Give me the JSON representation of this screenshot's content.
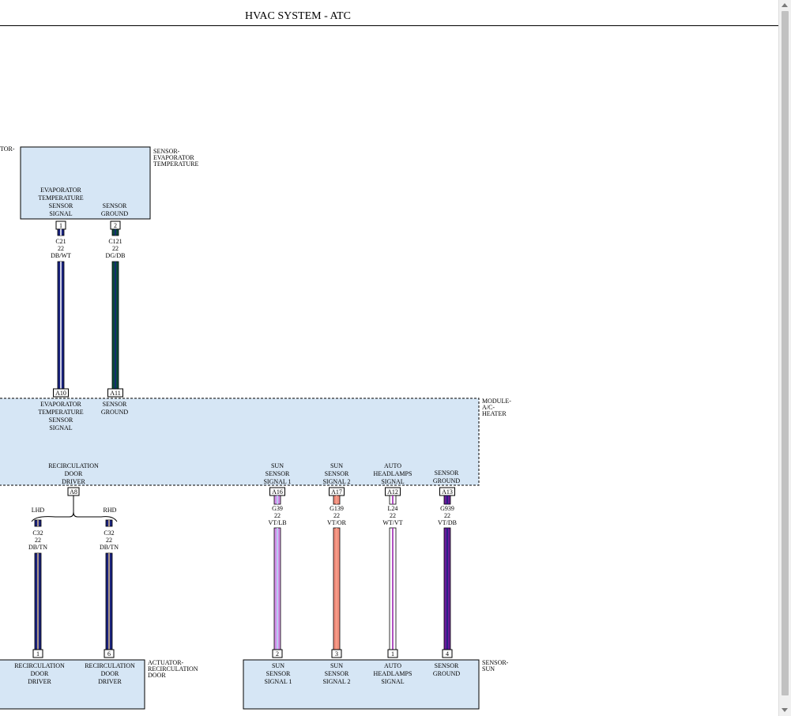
{
  "title": "HVAC SYSTEM - ATC",
  "colors": {
    "box_fill": "#d6e6f5",
    "line": "#000000"
  },
  "components": {
    "evap_sensor": {
      "name": [
        "SENSOR-",
        "EVAPORATOR",
        "TEMPERATURE"
      ]
    },
    "module": {
      "name": [
        "MODULE-",
        "A/C-",
        "HEATER"
      ]
    },
    "actuator": {
      "name": [
        "ACTUATOR-",
        "RECIRCULATION",
        "DOOR"
      ]
    },
    "sun_sensor": {
      "name": [
        "SENSOR-",
        "SUN"
      ]
    },
    "cut_label": "TOR-"
  },
  "pin_labels": {
    "evap_sig": [
      "EVAPORATOR",
      "TEMPERATURE",
      "SENSOR",
      "SIGNAL"
    ],
    "evap_gnd": [
      "SENSOR",
      "GROUND"
    ],
    "mod_evap_sig": [
      "EVAPORATOR",
      "TEMPERATURE",
      "SENSOR",
      "SIGNAL"
    ],
    "mod_evap_gnd": [
      "SENSOR",
      "GROUND"
    ],
    "mod_recirc": [
      "RECIRCULATION",
      "DOOR",
      "DRIVER"
    ],
    "mod_sun1": [
      "SUN",
      "SENSOR",
      "SIGNAL 1"
    ],
    "mod_sun2": [
      "SUN",
      "SENSOR",
      "SIGNAL 2"
    ],
    "mod_auto": [
      "AUTO",
      "HEADLAMPS",
      "SIGNAL"
    ],
    "mod_sgnd": [
      "SENSOR",
      "GROUND"
    ],
    "act_recirc1": [
      "RECIRCULATION",
      "DOOR",
      "DRIVER"
    ],
    "act_recirc6": [
      "RECIRCULATION",
      "DOOR",
      "DRIVER"
    ],
    "sun_sig1": [
      "SUN",
      "SENSOR",
      "SIGNAL 1"
    ],
    "sun_sig2": [
      "SUN",
      "SENSOR",
      "SIGNAL 2"
    ],
    "sun_auto": [
      "AUTO",
      "HEADLAMPS",
      "SIGNAL"
    ],
    "sun_gnd": [
      "SENSOR",
      "GROUND"
    ]
  },
  "pins": {
    "evap_1": "1",
    "evap_2": "2",
    "mod_a10": "A10",
    "mod_a11": "A11",
    "mod_a8": "A8",
    "mod_a16": "A16",
    "mod_a17": "A17",
    "mod_a12": "A12",
    "mod_a13": "A13",
    "act_1": "1",
    "act_6": "6",
    "sun_2": "2",
    "sun_3": "3",
    "sun_1": "1",
    "sun_4": "4"
  },
  "branches": {
    "lhd": "LHD",
    "rhd": "RHD"
  },
  "wires": [
    {
      "id": "c21",
      "code": "C21",
      "gauge": "22",
      "color_code": "DB/WT",
      "main": "#1a237e",
      "stripe": "#ffffff"
    },
    {
      "id": "c121",
      "code": "C121",
      "gauge": "22",
      "color_code": "DG/DB",
      "main": "#0b4a3a",
      "stripe": "#1a237e"
    },
    {
      "id": "c32l",
      "code": "C32",
      "gauge": "22",
      "color_code": "DB/TN",
      "main": "#1a237e",
      "stripe": "#d2b48c"
    },
    {
      "id": "c32r",
      "code": "C32",
      "gauge": "22",
      "color_code": "DB/TN",
      "main": "#1a237e",
      "stripe": "#d2b48c"
    },
    {
      "id": "g39",
      "code": "G39",
      "gauge": "22",
      "color_code": "VT/LB",
      "main": "#d490e8",
      "stripe": "#b3d9f2"
    },
    {
      "id": "g139",
      "code": "G139",
      "gauge": "22",
      "color_code": "VT/OR",
      "main": "#f08c7c",
      "stripe": "#f6a08a"
    },
    {
      "id": "l24",
      "code": "L24",
      "gauge": "22",
      "color_code": "WT/VT",
      "main": "#ffffff",
      "stripe": "#9c27b0"
    },
    {
      "id": "g939",
      "code": "G939",
      "gauge": "22",
      "color_code": "VT/DB",
      "main": "#6a1b9a",
      "stripe": "#1a237e"
    }
  ]
}
